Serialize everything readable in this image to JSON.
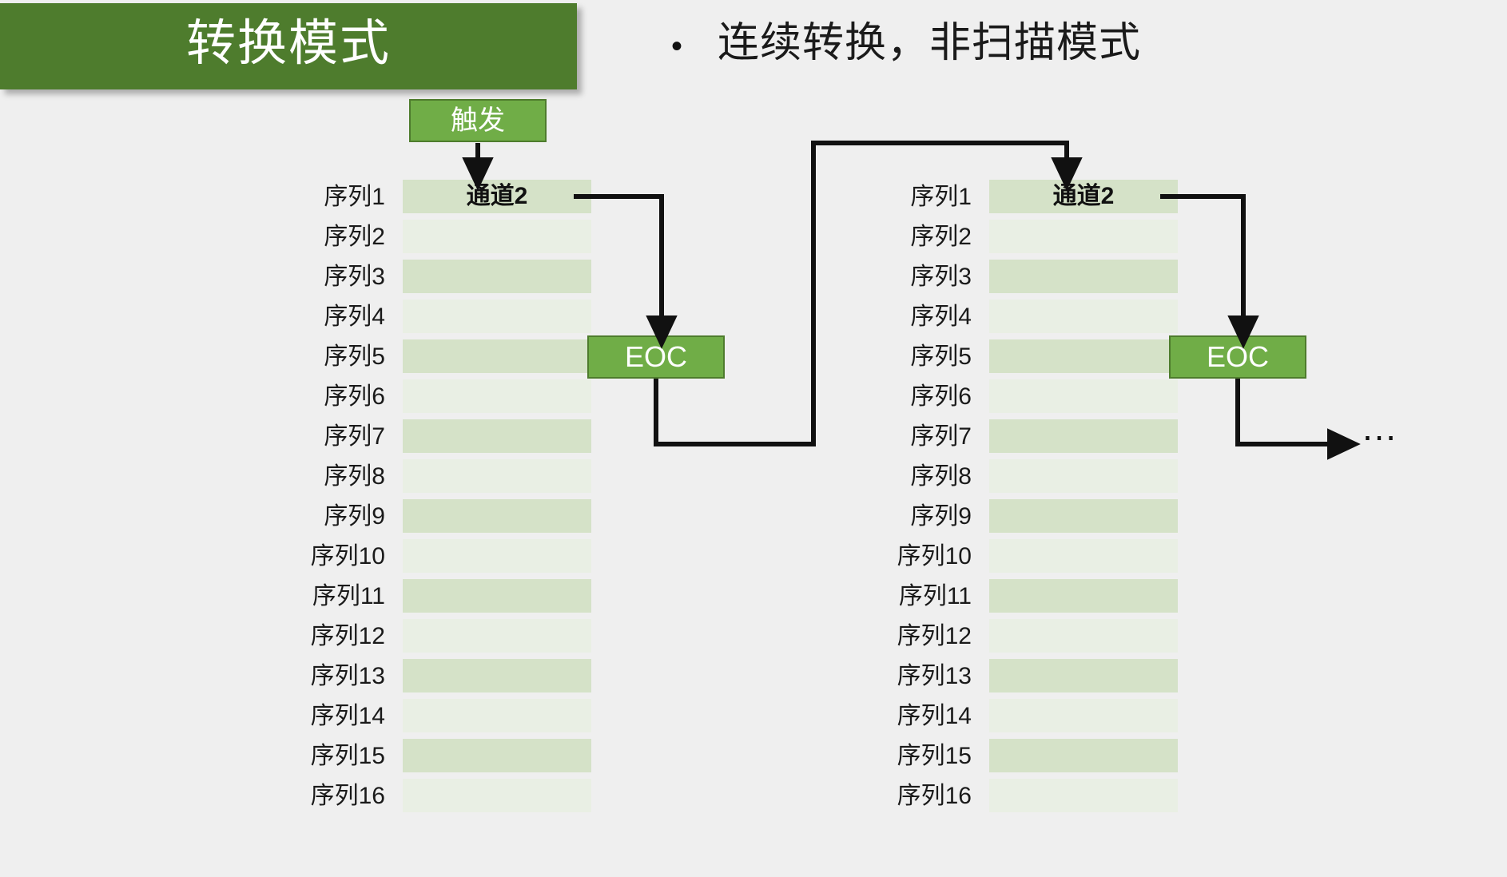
{
  "slide": {
    "title": "转换模式",
    "background_color": "#efefef"
  },
  "bullets": [
    {
      "marker": "•",
      "text": "连续转换，非扫描模式"
    }
  ],
  "colors": {
    "title_banner": "#4E7C2D",
    "box_fill": "#70AD47",
    "box_border": "#4E7C2D",
    "row_shade_dark": "#D5E2C8",
    "row_shade_light": "#E9EFE4",
    "arrow": "#111111"
  },
  "trigger": {
    "label": "触发",
    "icon": "arrow-down-icon"
  },
  "sequence_labels": [
    "序列1",
    "序列2",
    "序列3",
    "序列4",
    "序列5",
    "序列6",
    "序列7",
    "序列8",
    "序列9",
    "序列10",
    "序列11",
    "序列12",
    "序列13",
    "序列14",
    "序列15",
    "序列16"
  ],
  "tables": [
    {
      "name": "conversion-cycle-1",
      "header_cell": "通道2",
      "active_row_index": 0,
      "rows": [
        "通道2",
        "",
        "",
        "",
        "",
        "",
        "",
        "",
        "",
        "",
        "",
        "",
        "",
        "",
        "",
        ""
      ]
    },
    {
      "name": "conversion-cycle-2",
      "header_cell": "通道2",
      "active_row_index": 0,
      "rows": [
        "通道2",
        "",
        "",
        "",
        "",
        "",
        "",
        "",
        "",
        "",
        "",
        "",
        "",
        "",
        "",
        ""
      ]
    }
  ],
  "eoc_boxes": [
    {
      "label": "EOC"
    },
    {
      "label": "EOC"
    }
  ],
  "continuation": {
    "ellipsis": "…"
  },
  "connectors": [
    {
      "name": "trigger-to-table1",
      "type": "arrow-down"
    },
    {
      "name": "table1-to-eoc1",
      "type": "elbow-right-down-arrow"
    },
    {
      "name": "eoc1-to-table2",
      "type": "loop-down-right-up-arrow"
    },
    {
      "name": "table2-to-eoc2",
      "type": "elbow-right-down-arrow"
    },
    {
      "name": "eoc2-to-continuation",
      "type": "elbow-down-right-arrow"
    }
  ]
}
